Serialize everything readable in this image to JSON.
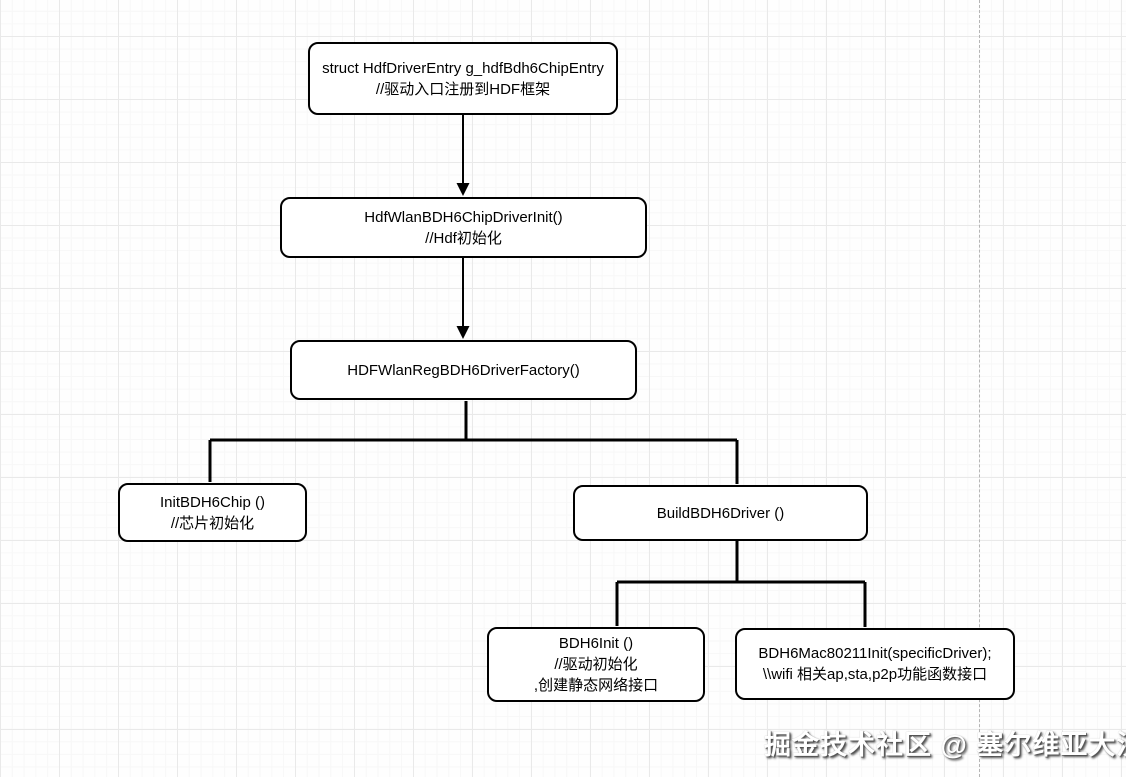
{
  "page": {
    "watermark": "掘金技术社区 @ 塞尔维亚大汉"
  },
  "diagram": {
    "nodes": [
      {
        "id": "hdf-driver-entry",
        "lines": [
          "struct HdfDriverEntry g_hdfBdh6ChipEntry",
          "//驱动入口注册到HDF框架"
        ]
      },
      {
        "id": "hdf-wlan-bdh6-chip-driver-init",
        "lines": [
          "HdfWlanBDH6ChipDriverInit()",
          "//Hdf初始化"
        ]
      },
      {
        "id": "hdf-wlan-reg-bdh6-driver-factory",
        "lines": [
          "HDFWlanRegBDH6DriverFactory()"
        ]
      },
      {
        "id": "init-bdh6-chip",
        "lines": [
          "InitBDH6Chip ()",
          "//芯片初始化"
        ]
      },
      {
        "id": "build-bdh6-driver",
        "lines": [
          "BuildBDH6Driver ()"
        ]
      },
      {
        "id": "bdh6-init",
        "lines": [
          "BDH6Init ()",
          "//驱动初始化",
          ",创建静态网络接口"
        ]
      },
      {
        "id": "bdh6-mac80211-init",
        "lines": [
          "BDH6Mac80211Init(specificDriver);",
          "\\\\wifi 相关ap,sta,p2p功能函数接口"
        ]
      }
    ],
    "colors": {
      "node_border": "#000000",
      "node_fill": "#ffffff",
      "connector": "#000000",
      "grid_major": "#e9e9e9",
      "grid_minor": "#f7f7f7",
      "page_boundary_dash": "#b5b5b5",
      "watermark_text": "#ffffff",
      "watermark_shadow": "#5a5a5a"
    }
  }
}
